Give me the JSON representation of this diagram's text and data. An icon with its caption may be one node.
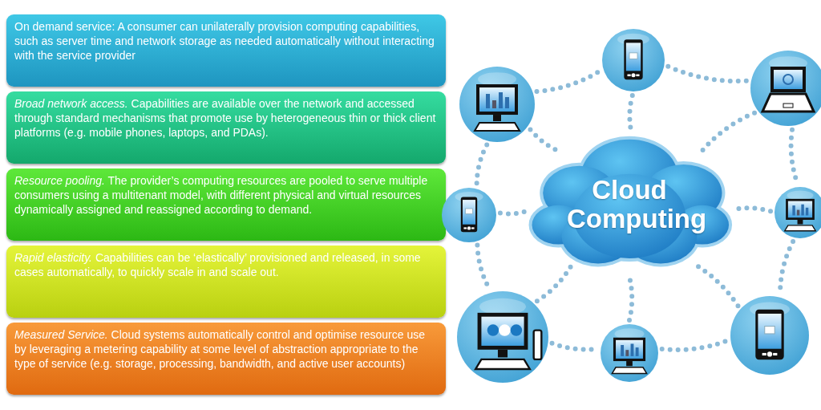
{
  "diagram": {
    "nodes": [
      {
        "text": [
          "On demand service: A consumer can unilaterally provision computing capabilities, such as server time and network storage as needed automatically without interacting with the service provider"
        ]
      },
      {
        "text": [
          "*Broad network access.* Capabilities are available over the network and accessed through standard mechanisms that promote use by heterogeneous thin or thick client platforms (e.g. mobile phones, laptops, and PDAs)."
        ]
      },
      {
        "text": [
          "*Resource pooling.* The provider’s computing resources are pooled to serve multiple consumers using a multitenant model, with different physical and virtual resources dynamically assigned and reassigned according to demand."
        ]
      },
      {
        "text": [
          "*Rapid elasticity.* Capabilities can be ‘elastically’ provisioned and released, in some cases automatically, to quickly scale in and scale out."
        ]
      },
      {
        "text": [
          "*Measured Service.* Cloud systems automatically control and optimise resource use by leveraging a metering capability at some level of abstraction appropriate to the type of service (e.g. storage, processing, bandwidth, and active user accounts)"
        ]
      },
      {
        "text": [
          "Cloud Computing"
        ]
      },
      {
        "text": [],
        "shape": "circle"
      },
      {
        "text": [],
        "shape": "circle"
      },
      {
        "text": [],
        "shape": "circle"
      },
      {
        "text": [],
        "shape": "circle"
      },
      {
        "text": [],
        "shape": "circle"
      },
      {
        "text": [],
        "shape": "circle"
      },
      {
        "text": [],
        "shape": "circle"
      },
      {
        "text": [],
        "shape": "circle"
      }
    ],
    "edges": [
      {
        "from": 6,
        "to": 7,
        "arrow": "none",
        "style": "dashed"
      },
      {
        "from": 7,
        "to": 8,
        "arrow": "none",
        "style": "dashed"
      },
      {
        "from": 6,
        "to": 5,
        "arrow": "none",
        "style": "dashed"
      },
      {
        "from": 7,
        "to": 5,
        "arrow": "none",
        "style": "dashed"
      },
      {
        "from": 8,
        "to": 5,
        "arrow": "none",
        "style": "dashed"
      },
      {
        "from": 8,
        "to": 10,
        "arrow": "none",
        "style": "dashed"
      },
      {
        "from": 6,
        "to": 9,
        "arrow": "none",
        "style": "dashed"
      },
      {
        "from": 9,
        "to": 5,
        "arrow": "none",
        "style": "dashed"
      },
      {
        "from": 10,
        "to": 5,
        "arrow": "none",
        "style": "dashed"
      },
      {
        "from": 9,
        "to": 11,
        "arrow": "none",
        "style": "dashed"
      },
      {
        "from": 11,
        "to": 5,
        "arrow": "none",
        "style": "dashed"
      },
      {
        "from": 12,
        "to": 5,
        "arrow": "none",
        "style": "dashed"
      },
      {
        "from": 13,
        "to": 5,
        "arrow": "none",
        "style": "dashed"
      },
      {
        "from": 10,
        "to": 13,
        "arrow": "none",
        "style": "dashed"
      },
      {
        "from": 11,
        "to": 12,
        "arrow": "none",
        "style": "dashed"
      },
      {
        "from": 12,
        "to": 13,
        "arrow": "none",
        "style": "dashed"
      }
    ]
  }
}
